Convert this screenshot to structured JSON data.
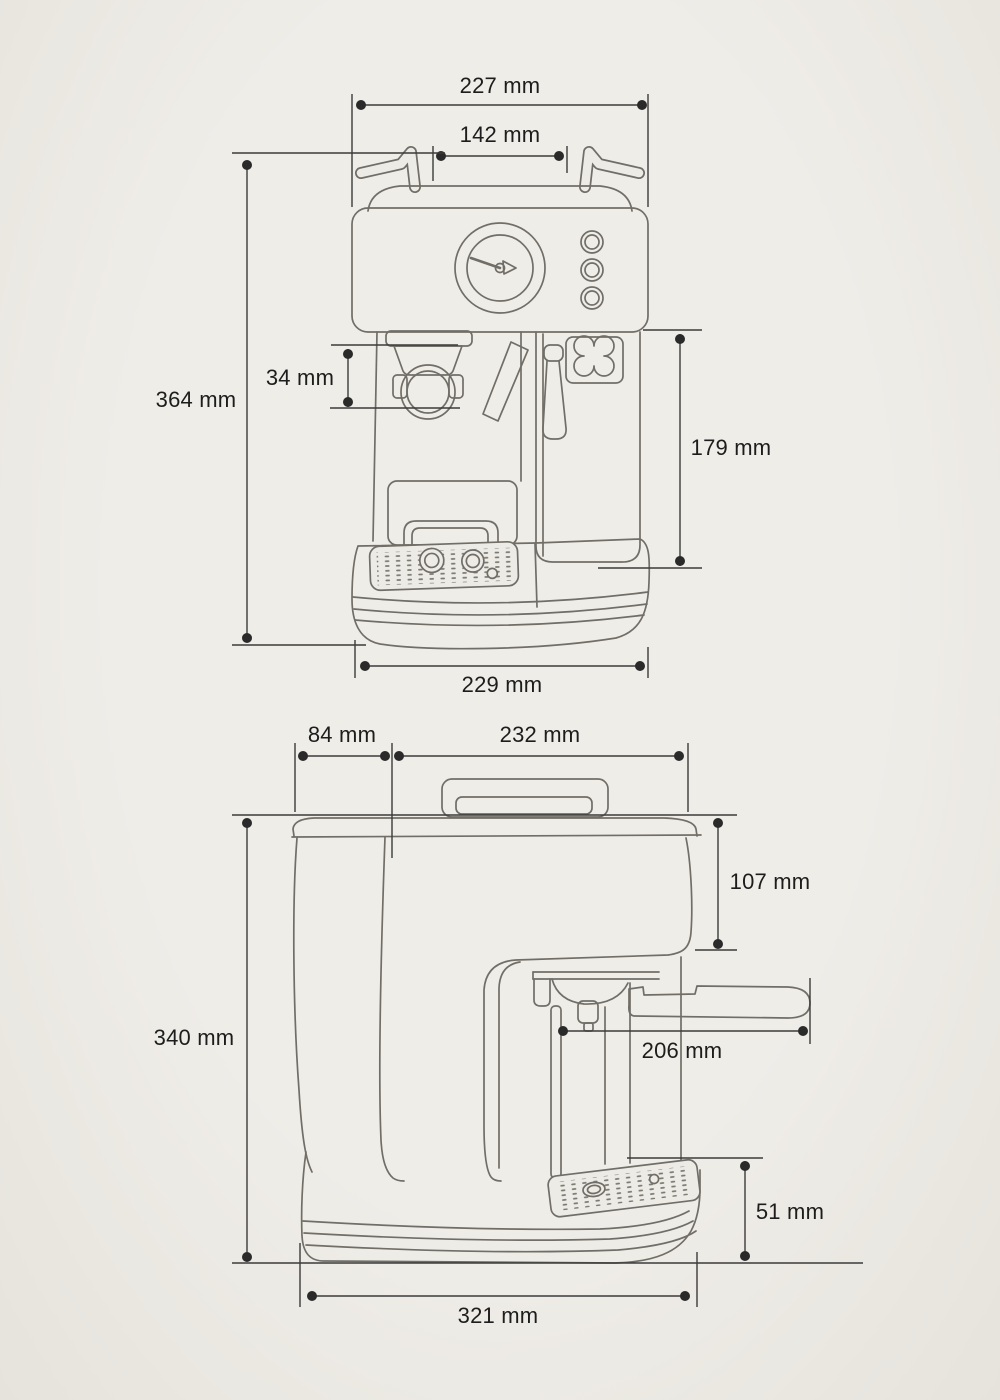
{
  "page": {
    "background": "#edebe5",
    "dimension_line_color": "#3b3b3b",
    "dimension_dot_color": "#2a2a2a",
    "machine_line_color": "#716e67",
    "label_text_color": "#1d1d1d",
    "unit": "mm"
  },
  "front_view": {
    "labels": {
      "width_top": "227 mm",
      "rail_span": "142 mm",
      "height_overall": "364 mm",
      "group_head": "34 mm",
      "right_column": "179 mm",
      "base_width": "229 mm"
    }
  },
  "side_view": {
    "labels": {
      "back_section": "84 mm",
      "top_section": "232 mm",
      "head_front": "107 mm",
      "height_overall": "340 mm",
      "handle_reach": "206 mm",
      "base_height": "51 mm",
      "depth_overall": "321 mm"
    }
  }
}
